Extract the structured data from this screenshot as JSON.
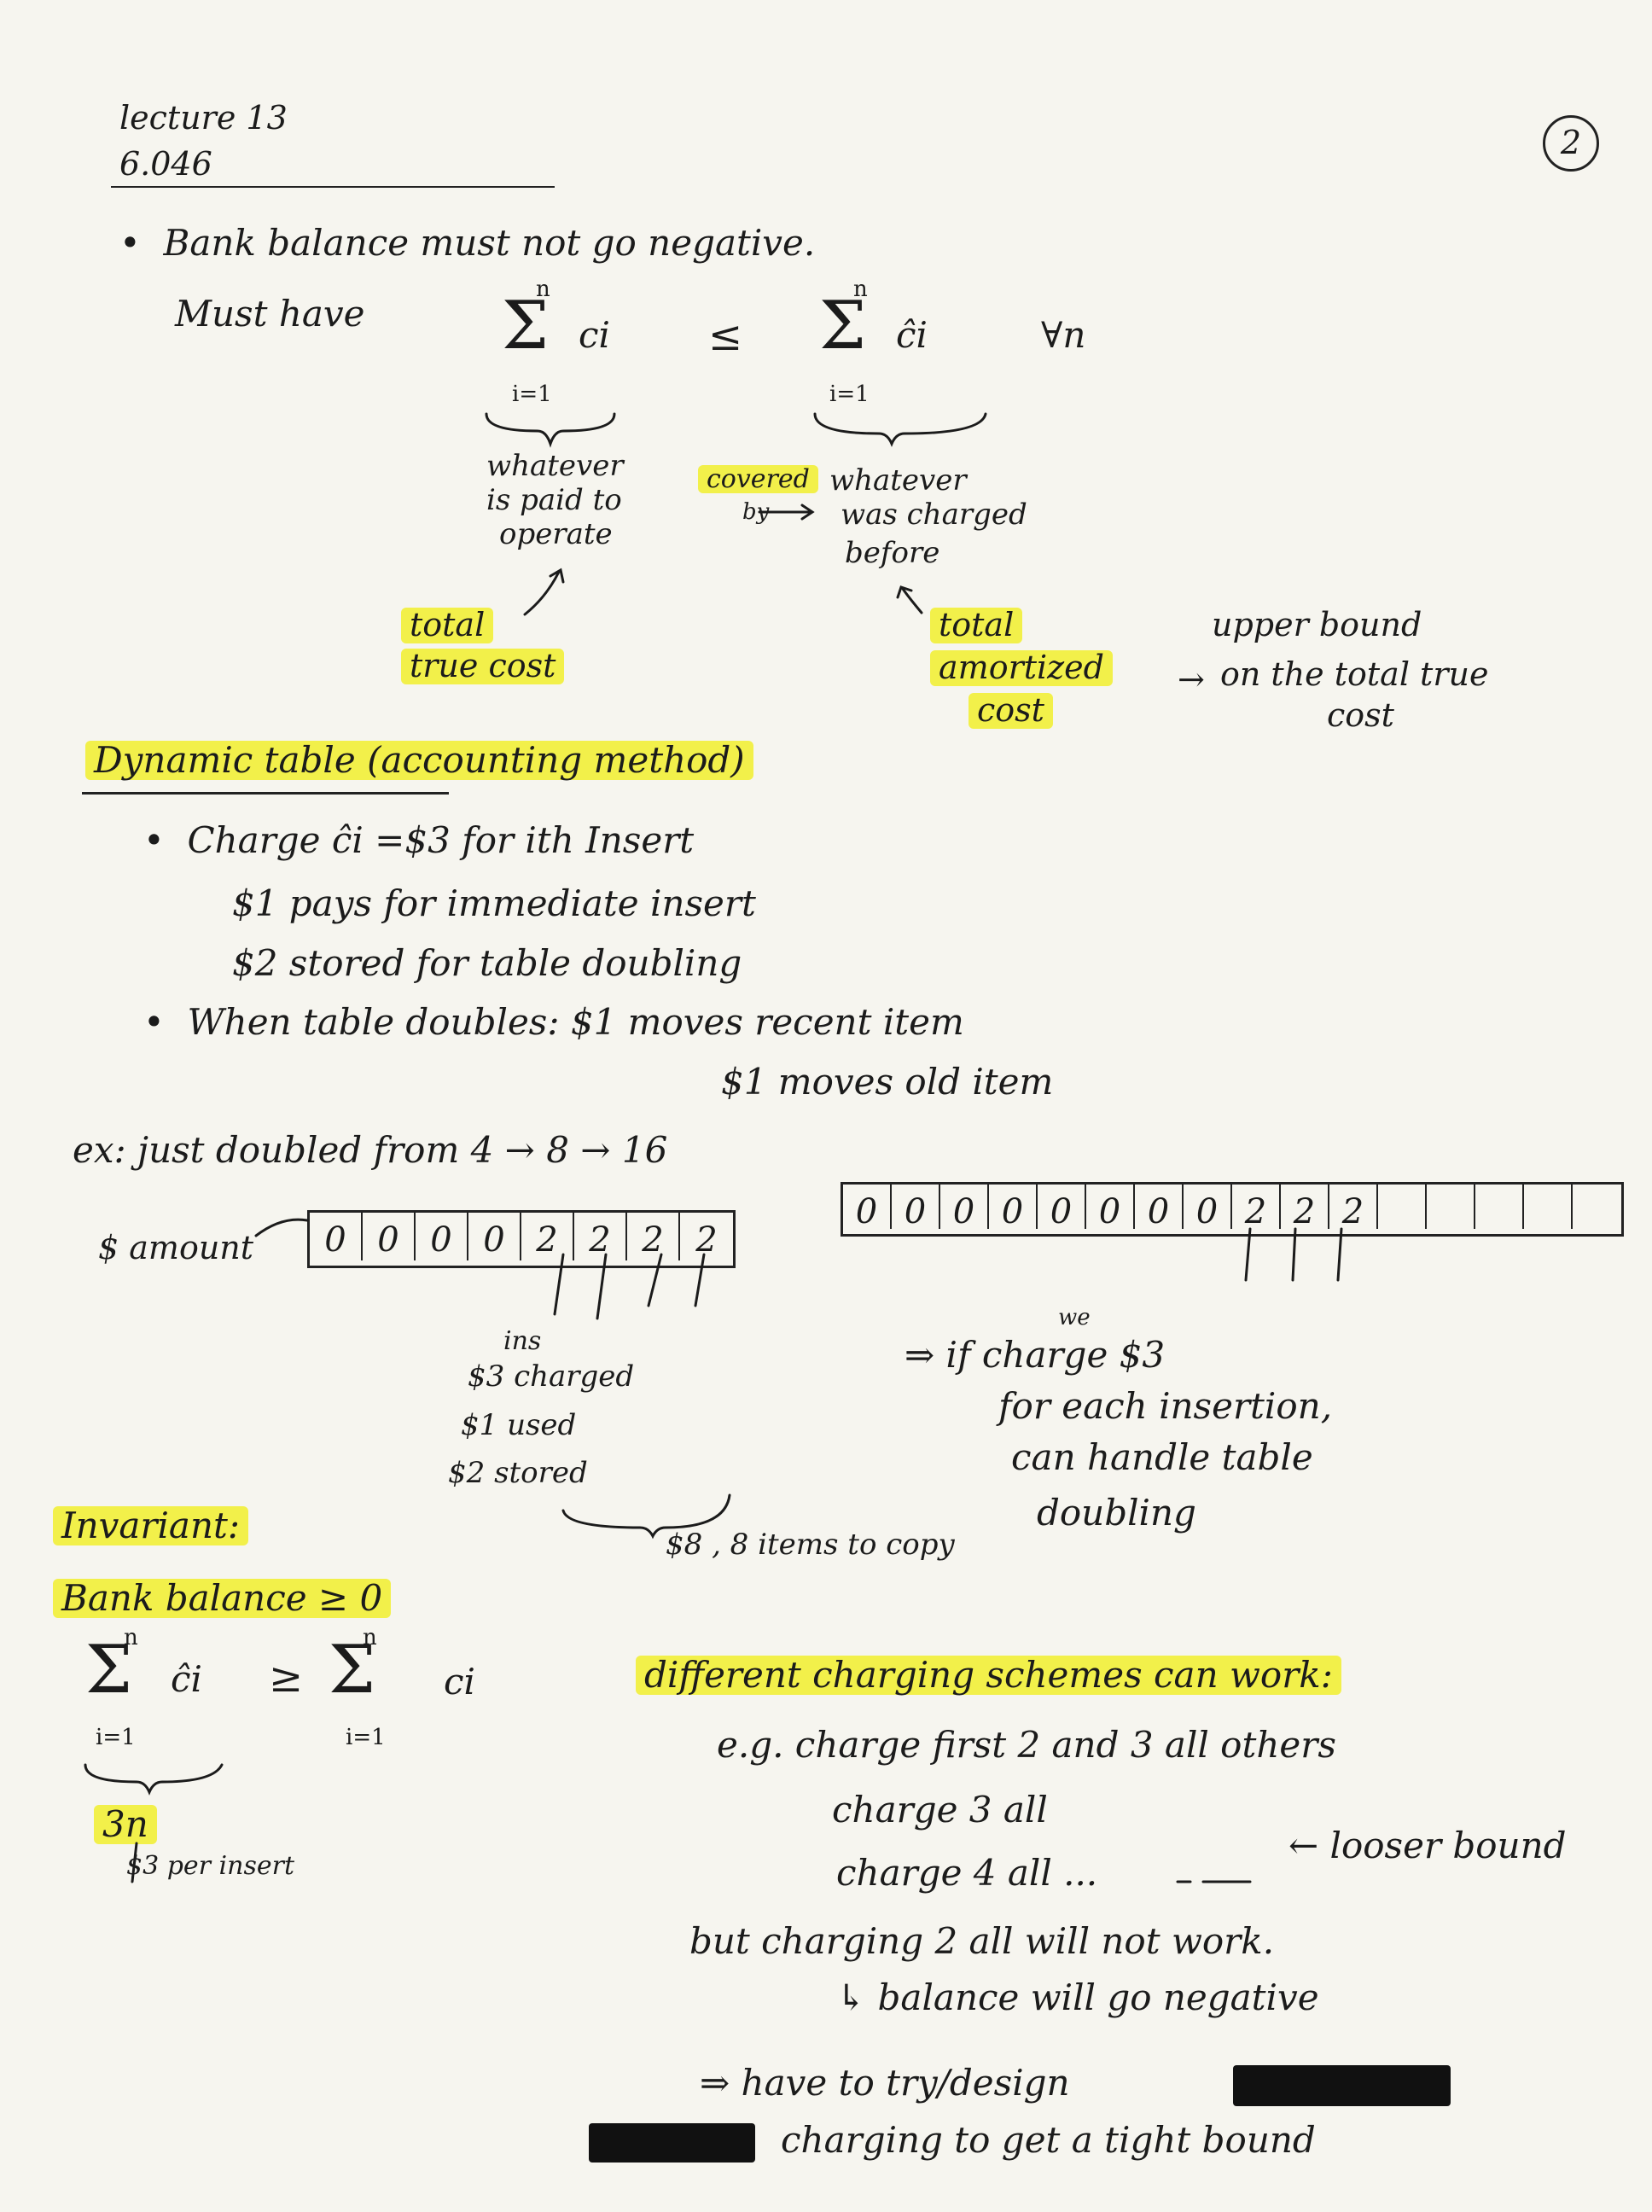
{
  "header": {
    "lecture": "lecture 13",
    "course": "6.046",
    "page_number": "2"
  },
  "section1": {
    "bullet": "Bank balance must not go negative.",
    "must_have": "Must have",
    "sum_symbol": "Σ",
    "upper": "n",
    "lower": "i=1",
    "lhs_term": "ci",
    "leq": "≤",
    "rhs_term": "ĉi",
    "forall": "∀n",
    "note_lhs": [
      "whatever",
      "is paid to",
      "operate"
    ],
    "covered_by": [
      "covered",
      "by"
    ],
    "note_rhs": [
      "whatever",
      "was charged",
      "before"
    ],
    "label_true_cost": [
      "total",
      "true cost"
    ],
    "label_amortized": [
      "total",
      "amortized",
      "cost"
    ],
    "upper_bound": [
      "upper bound",
      "on the total true",
      "cost"
    ]
  },
  "section2": {
    "heading": "Dynamic table (accounting method)",
    "bullets": [
      "Charge ĉi =$3 for ith Insert",
      "$1 pays for immediate insert",
      "$2 stored for table doubling",
      "When table doubles: $1 moves recent item",
      "$1 moves old item"
    ],
    "example": "ex: just doubled from 4 → 8 → 16",
    "amount_label": "$ amount",
    "table_small": [
      "0",
      "0",
      "0",
      "0",
      "2",
      "2",
      "2",
      "2"
    ],
    "table_large": [
      "0",
      "0",
      "0",
      "0",
      "0",
      "0",
      "0",
      "0",
      "2",
      "2",
      "2",
      "",
      "",
      "",
      "",
      ""
    ],
    "ins_note": [
      "ins",
      "$3 charged",
      "$1 used",
      "$2 stored"
    ],
    "copy_note": "$8 , 8 items to copy",
    "conclusion": [
      "we",
      "⇒  if charge $3",
      "for each insertion,",
      "can handle table",
      "doubling"
    ]
  },
  "section3": {
    "invariant": "Invariant:",
    "balance": "Bank balance ≥ 0",
    "ineq_lhs": "ĉi",
    "geq": "≥",
    "ineq_rhs": "ci",
    "upper": "n",
    "lower": "i=1",
    "three_n": "3n",
    "per_insert": "$3 per insert",
    "schemes_title": "different charging schemes can work:",
    "schemes": [
      "e.g. charge first 2 and 3 all others",
      "charge 3 all",
      "charge 4 all ...",
      "but charging 2 all will not work.",
      "↳ balance will go negative",
      "⇒ have to try/design",
      "charging to get a tight bound"
    ],
    "looser": "← looser bound"
  }
}
